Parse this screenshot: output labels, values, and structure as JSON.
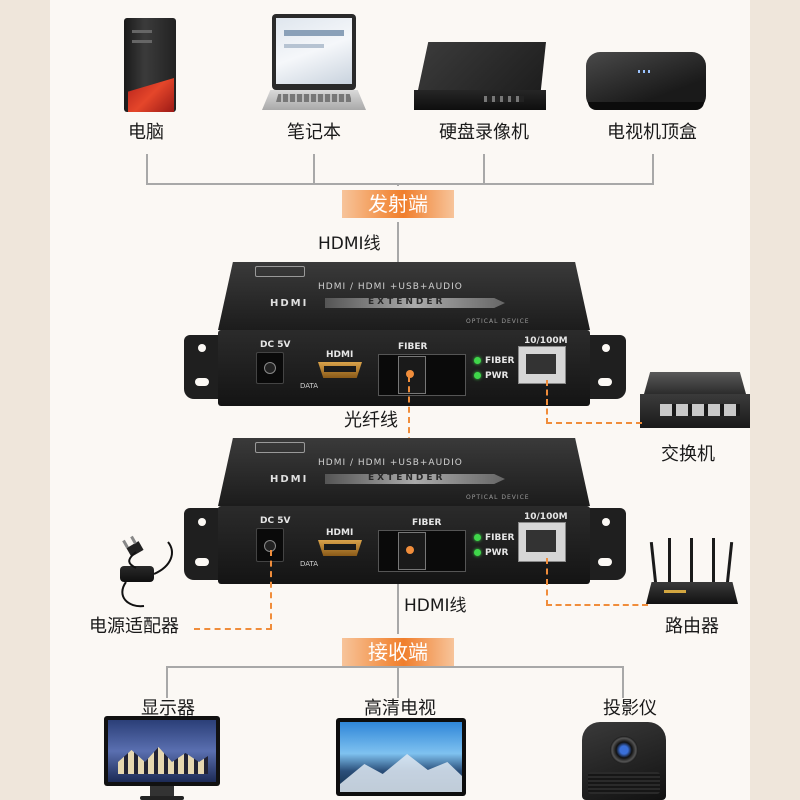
{
  "source_devices": [
    {
      "label": "电脑",
      "icon": "desktop-pc-icon"
    },
    {
      "label": "笔记本",
      "icon": "laptop-icon"
    },
    {
      "label": "硬盘录像机",
      "icon": "dvr-recorder-icon"
    },
    {
      "label": "电视机顶盒",
      "icon": "tv-set-top-box-icon"
    }
  ],
  "sender_badge": "发射端",
  "receiver_badge": "接收端",
  "hdmi_cable_top": "HDMI线",
  "hdmi_cable_bottom": "HDMI线",
  "fiber_cable": "光纤线",
  "extender": {
    "top_text": "HDMI / HDMI +USB+AUDIO",
    "sub_text": "HDMI",
    "extender_word": "EXTENDER",
    "optical_text": "OPTICAL  DEVICE",
    "dc_label": "DC 5V",
    "hdmi_label": "HDMI",
    "data_label": "DATA",
    "fiber_label": "FIBER",
    "led_fiber": "FIBER",
    "led_pwr": "PWR",
    "net_label": "10/100M"
  },
  "switch_label": "交换机",
  "router_label": "路由器",
  "power_adapter_label": "电源适配器",
  "display_devices": [
    {
      "label": "显示器",
      "icon": "monitor-icon"
    },
    {
      "label": "高清电视",
      "icon": "hd-tv-icon"
    },
    {
      "label": "投影仪",
      "icon": "projector-icon"
    }
  ],
  "colors": {
    "accent": "#f07e2c",
    "panel": "#fbf8f4",
    "outer": "#efe6db",
    "line": "#a8a8a8"
  }
}
